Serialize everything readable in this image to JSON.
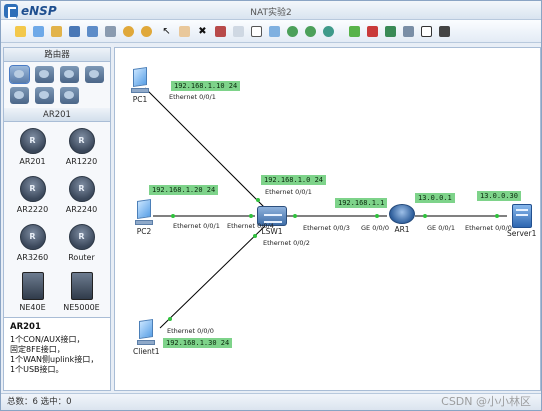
{
  "app": {
    "name": "eNSP",
    "window_title": "NAT实验2"
  },
  "toolbar": {
    "icons": [
      "new-file-icon",
      "new-topology-icon",
      "open-icon",
      "save-icon",
      "save-as-icon",
      "print-icon",
      "undo-icon",
      "redo-icon",
      "select-icon",
      "drag-hand-icon",
      "delete-icon",
      "delete-link-icon",
      "text-icon",
      "rectangle-icon",
      "palette-icon",
      "zoom-in-icon",
      "zoom-out-icon",
      "fit-view-icon",
      "start-device-icon",
      "stop-device-icon",
      "capture-icon",
      "grid-icon",
      "topology-icon",
      "settings-icon"
    ]
  },
  "sidebar": {
    "category_title": "路由器",
    "device_section_title": "AR201",
    "devices": [
      {
        "label": "AR201"
      },
      {
        "label": "AR1220"
      },
      {
        "label": "AR2220"
      },
      {
        "label": "AR2240"
      },
      {
        "label": "AR3260"
      },
      {
        "label": "Router"
      },
      {
        "label": "NE40E"
      },
      {
        "label": "NE5000E"
      }
    ],
    "info": {
      "title": "AR201",
      "lines": [
        "1个CON/AUX接口，",
        "固定8FE接口，",
        "1个WAN侧uplink接口，",
        "1个USB接口。"
      ]
    }
  },
  "topology": {
    "nodes": [
      {
        "id": "pc1",
        "label": "PC1"
      },
      {
        "id": "pc2",
        "label": "PC2"
      },
      {
        "id": "client1",
        "label": "Client1"
      },
      {
        "id": "lsw1",
        "label": "LSW1"
      },
      {
        "id": "ar1",
        "label": "AR1"
      },
      {
        "id": "server1",
        "label": "Server1"
      }
    ],
    "ip_labels": {
      "pc1": "192.168.1.10 24",
      "pc2": "192.168.1.20 24",
      "client1": "192.168.1.30 24",
      "lsw1": "192.168.1.0 24",
      "lsw_ar": "192.168.1.1",
      "ar_srv": "13.0.0.1",
      "server": "13.0.0.30"
    },
    "ports": {
      "pc1": "Ethernet 0/0/1",
      "lsw_pc1": "Ethernet 0/0/1",
      "pc2": "Ethernet 0/0/1",
      "lsw_pc2": "Ethernet 0/0/4",
      "lsw_ar": "Ethernet 0/0/3",
      "lsw_client": "Ethernet 0/0/2",
      "ar_lsw": "GE 0/0/0",
      "ar_srv": "GE 0/0/1",
      "srv": "Ethernet 0/0/0",
      "client1": "Ethernet 0/0/0"
    }
  },
  "status": {
    "text": "总数：6  选中：0"
  },
  "watermark": "CSDN @小小林区",
  "colors": {
    "link": "#000000",
    "port_dot": "#2fc13c",
    "ip_bg": "#7ed38a"
  }
}
